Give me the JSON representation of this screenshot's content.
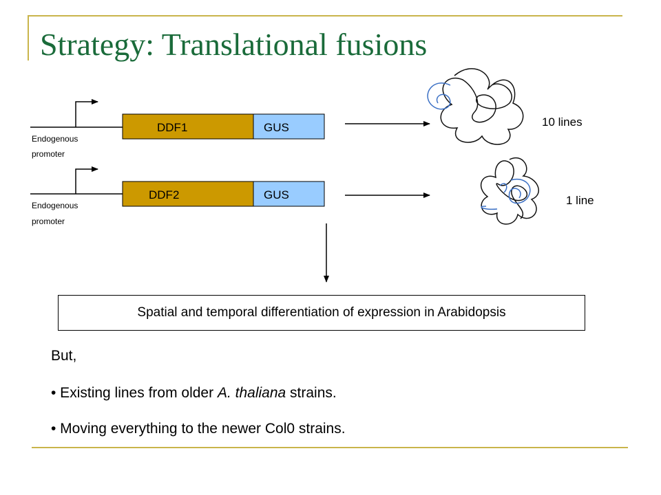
{
  "title": "Strategy: Translational fusions",
  "constructs": [
    {
      "promoter_label_1": "Endogenous",
      "promoter_label_2": "promoter",
      "gene": "DDF1",
      "reporter": "GUS",
      "result": "10 lines"
    },
    {
      "promoter_label_1": "Endogenous",
      "promoter_label_2": "promoter",
      "gene": "DDF2",
      "reporter": "GUS",
      "result": "1 line"
    }
  ],
  "outcome": "Spatial and temporal differentiation of expression in Arabidopsis",
  "notes": {
    "intro": "But,",
    "bullet1_pre": "• Existing lines from older ",
    "bullet1_em": "A. thaliana",
    "bullet1_post": " strains.",
    "bullet2": "• Moving everything to the newer Col0 strains."
  },
  "colors": {
    "title": "#1a6b3a",
    "frame": "#c9b44a",
    "gene_box": "#cc9900",
    "reporter_box": "#99ccff",
    "plant_black": "#111111",
    "plant_blue": "#3a6fc4"
  },
  "icons": [
    "promoter-arrow-icon",
    "seedling-scribble-icon"
  ]
}
